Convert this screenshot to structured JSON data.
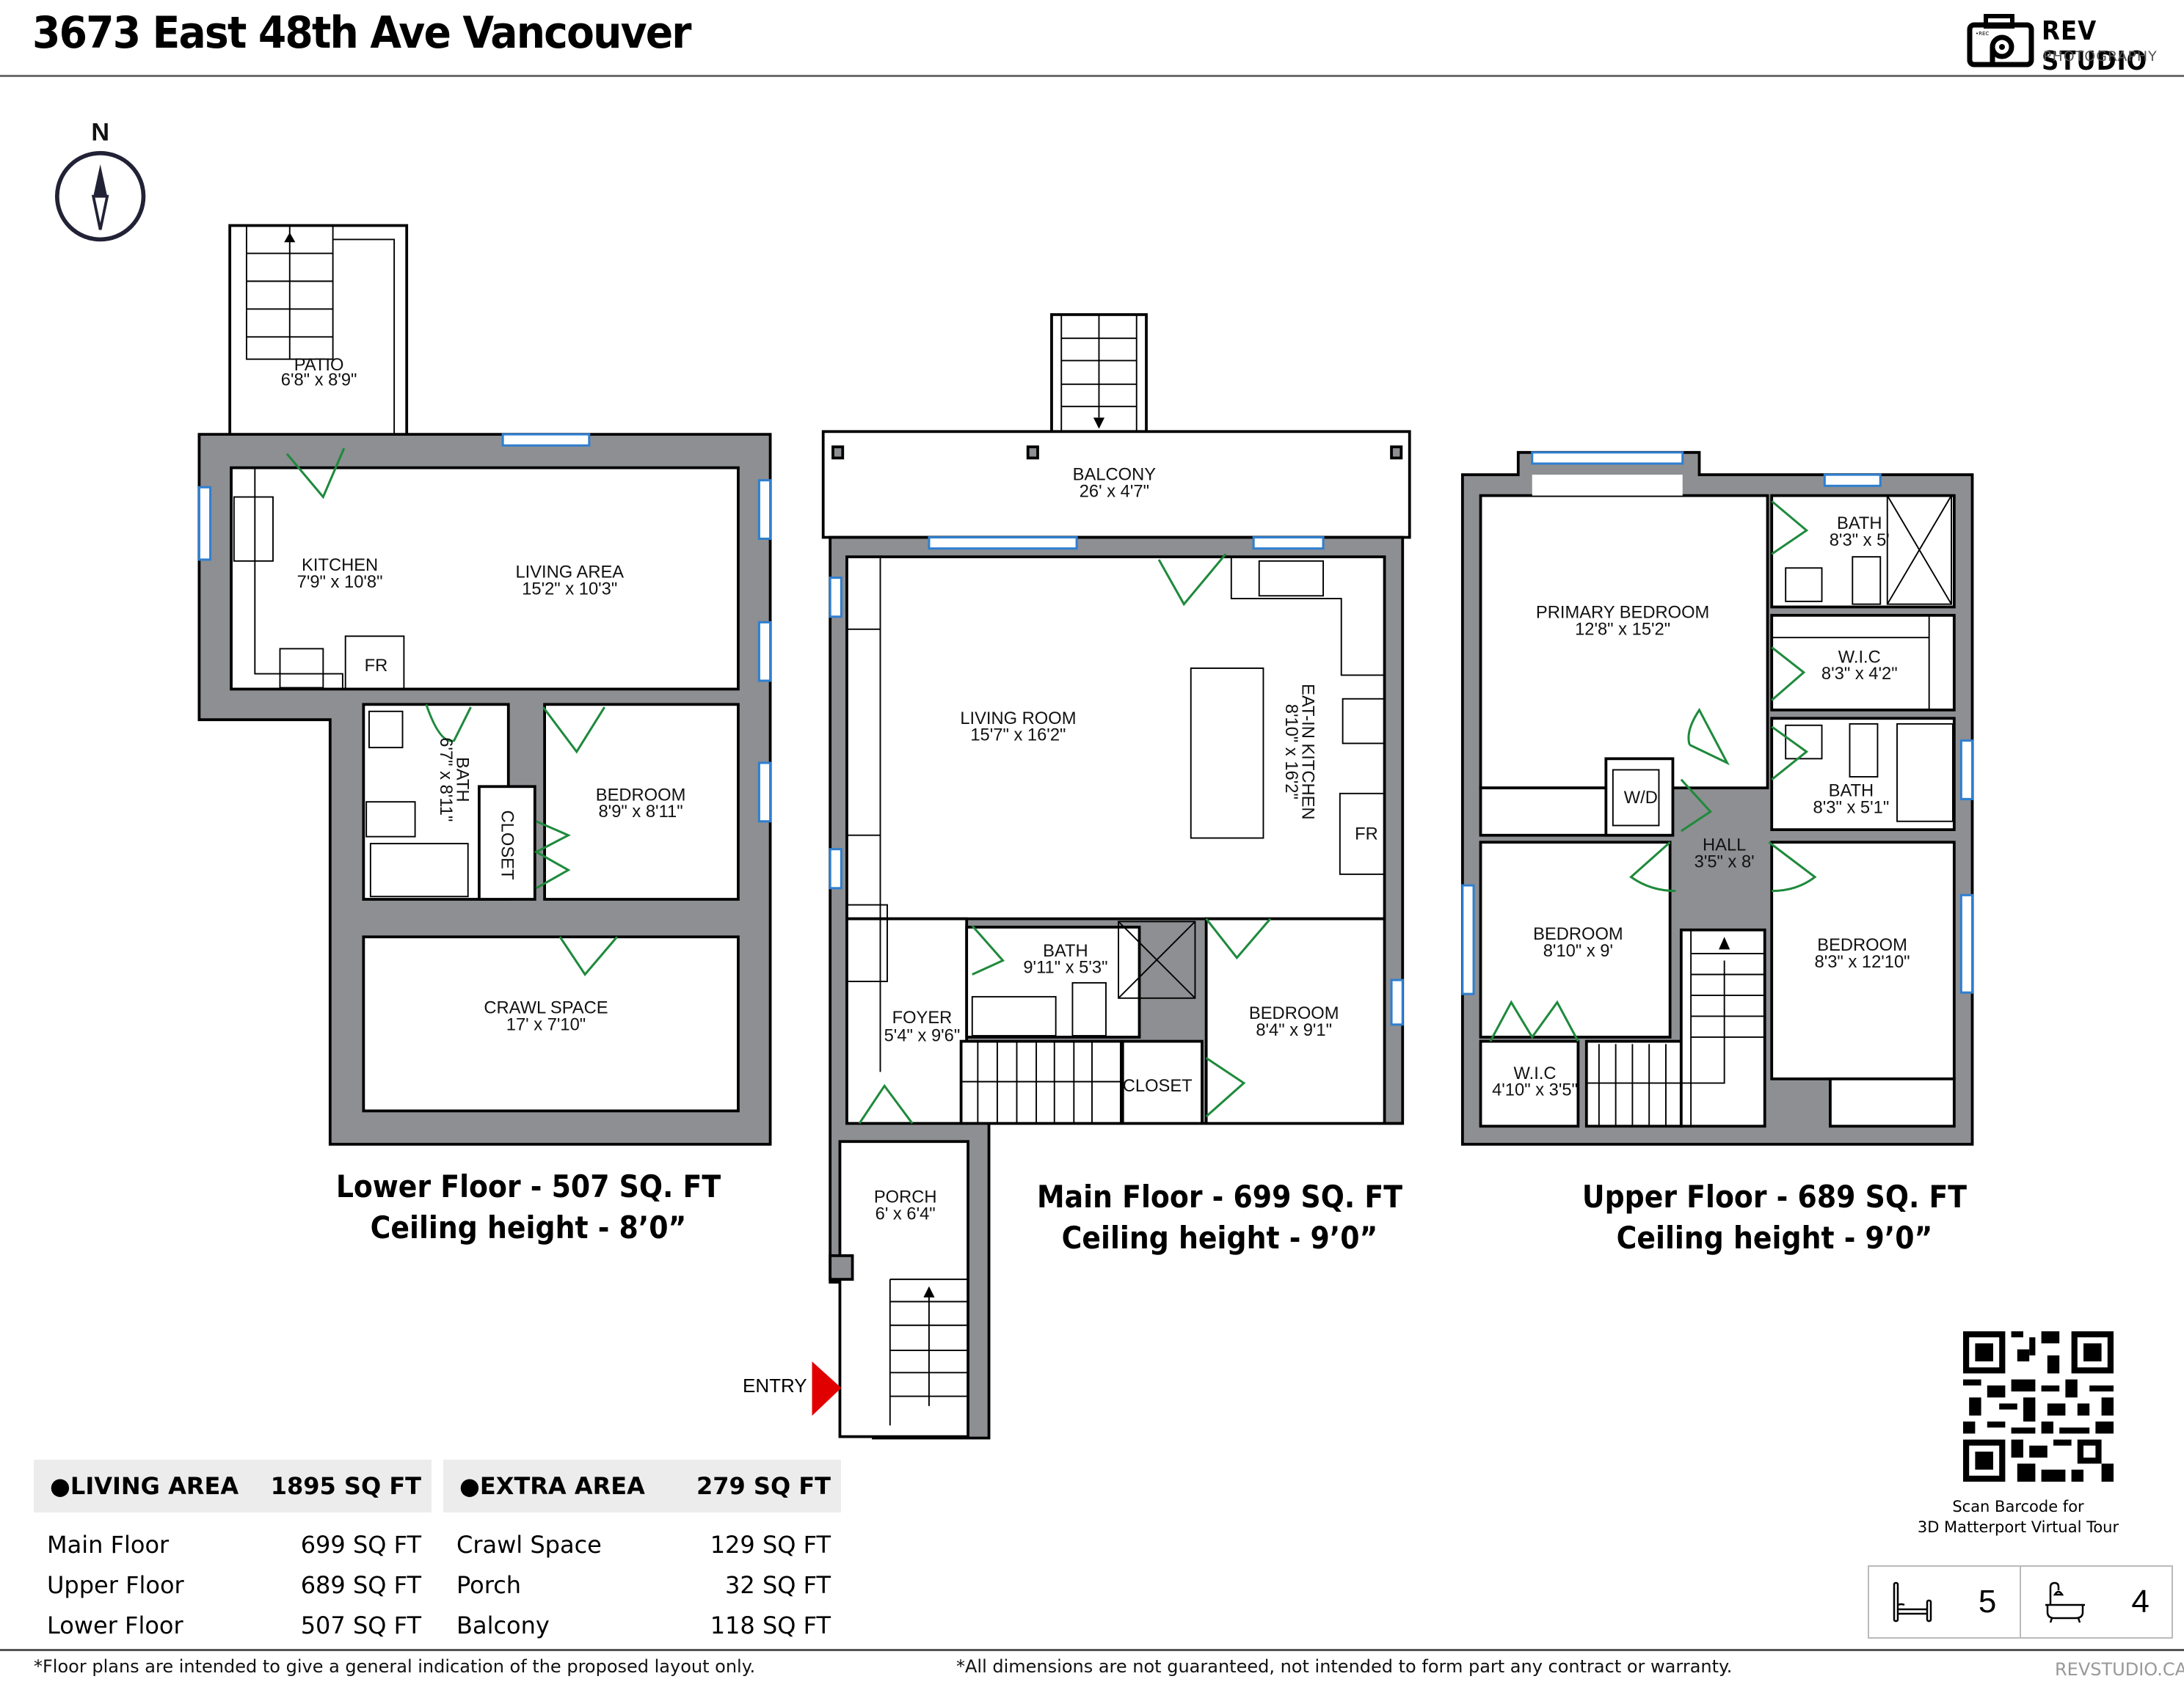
{
  "header": {
    "title": "3673 East 48th Ave Vancouver",
    "brand": "REV STUDIO",
    "brand_sub": "PHOTOGRAPHY",
    "logo_icon": "camera-icon",
    "compass_label": "N",
    "compass_icon": "compass-icon"
  },
  "floors": {
    "lower": {
      "label": "Lower Floor - 507 SQ. FT",
      "ceiling": "Ceiling height - 8’0”",
      "rooms": [
        {
          "name": "PATIO",
          "dims": "6'8\" x 8'9\""
        },
        {
          "name": "KITCHEN",
          "dims": "7'9\" x 10'8\""
        },
        {
          "name": "LIVING AREA",
          "dims": "15'2\" x 10'3\""
        },
        {
          "name": "BATH",
          "dims": "6'7\" x 8'11\""
        },
        {
          "name": "CLOSET",
          "dims": ""
        },
        {
          "name": "BEDROOM",
          "dims": "8'9\" x 8'11\""
        },
        {
          "name": "CRAWL SPACE",
          "dims": "17' x 7'10\""
        }
      ],
      "fixtures": [
        "FR"
      ]
    },
    "main": {
      "label": "Main Floor - 699 SQ. FT",
      "ceiling": "Ceiling height - 9’0”",
      "rooms": [
        {
          "name": "BALCONY",
          "dims": "26' x 4'7\""
        },
        {
          "name": "LIVING ROOM",
          "dims": "15'7\" x 16'2\""
        },
        {
          "name": "EAT-IN KITCHEN",
          "dims": "8'10\" x 16'2\""
        },
        {
          "name": "BATH",
          "dims": "9'11\" x 5'3\""
        },
        {
          "name": "FOYER",
          "dims": "5'4\" x 9'6\""
        },
        {
          "name": "BEDROOM",
          "dims": "8'4\" x 9'1\""
        },
        {
          "name": "CLOSET",
          "dims": ""
        },
        {
          "name": "PORCH",
          "dims": "6' x 6'4\""
        }
      ],
      "fixtures": [
        "FR"
      ],
      "entry_label": "ENTRY"
    },
    "upper": {
      "label": "Upper Floor - 689 SQ. FT",
      "ceiling": "Ceiling height - 9’0”",
      "rooms": [
        {
          "name": "PRIMARY BEDROOM",
          "dims": "12'8\" x 15'2\""
        },
        {
          "name": "BATH",
          "dims": "8'3\" x 5'"
        },
        {
          "name": "W.I.C",
          "dims": "8'3\" x 4'2\""
        },
        {
          "name": "BATH",
          "dims": "8'3\" x 5'1\""
        },
        {
          "name": "HALL",
          "dims": "3'5\" x 8'"
        },
        {
          "name": "BEDROOM",
          "dims": "8'10\" x 9'"
        },
        {
          "name": "BEDROOM",
          "dims": "8'3\" x 12'10\""
        },
        {
          "name": "W.I.C",
          "dims": "4'10\" x 3'5\""
        }
      ],
      "fixtures": [
        "W/D"
      ]
    }
  },
  "living_area": {
    "title": "LIVING AREA",
    "total": "1895 SQ FT",
    "rows": [
      {
        "label": "Main Floor",
        "value": "699 SQ FT"
      },
      {
        "label": "Upper Floor",
        "value": "689 SQ FT"
      },
      {
        "label": "Lower Floor",
        "value": "507 SQ FT"
      }
    ]
  },
  "extra_area": {
    "title": "EXTRA AREA",
    "total": "279 SQ FT",
    "rows": [
      {
        "label": "Crawl Space",
        "value": "129 SQ FT"
      },
      {
        "label": "Porch",
        "value": "32 SQ FT"
      },
      {
        "label": "Balcony",
        "value": "118 SQ FT"
      }
    ]
  },
  "qr": {
    "caption_line1": "Scan Barcode for",
    "caption_line2": "3D Matterport Virtual Tour"
  },
  "counts": {
    "bedrooms": "5",
    "bathrooms": "4",
    "bed_icon": "bed-icon",
    "bath_icon": "bathtub-icon"
  },
  "footer": {
    "disclaimer_left": "*Floor plans are intended to give a general indication of the proposed layout only.",
    "disclaimer_right": "*All dimensions are not guaranteed, not intended to form part any contract or warranty.",
    "website": "REVSTUDIO.CA"
  },
  "colors": {
    "wall": "#8e8f92",
    "door": "#1e8a3c",
    "window": "#2f7fd0",
    "entry_arrow": "#e00000",
    "table_header_bg": "#ececec"
  }
}
